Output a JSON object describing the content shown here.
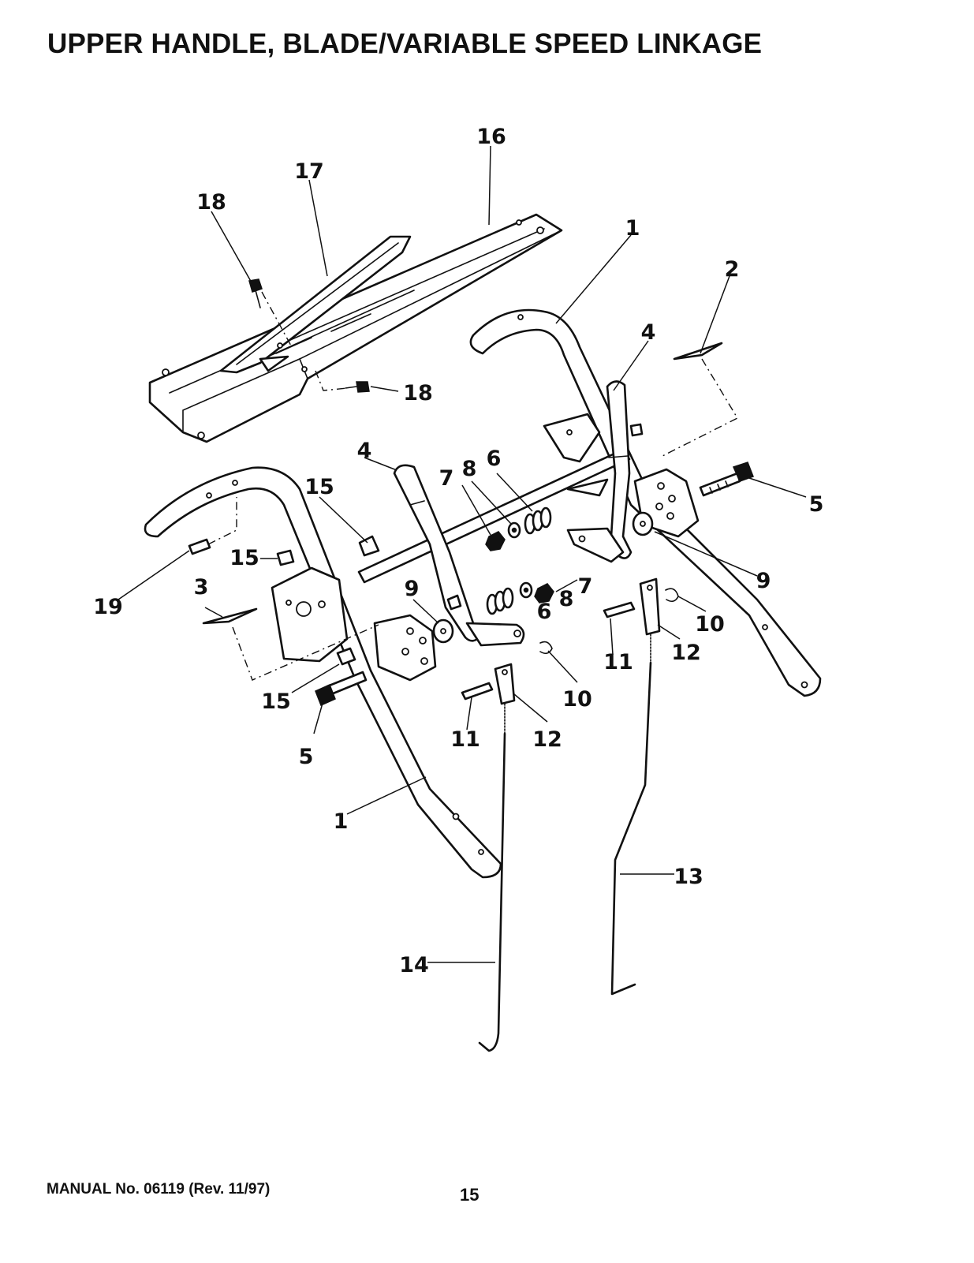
{
  "title": "UPPER HANDLE, BLADE/VARIABLE SPEED LINKAGE",
  "footer": {
    "manual": "MANUAL No. 06119 (Rev. 11/97)",
    "page_number": "15"
  },
  "callouts": {
    "c1a": "1",
    "c1b": "1",
    "c2": "2",
    "c3": "3",
    "c4a": "4",
    "c4b": "4",
    "c5a": "5",
    "c5b": "5",
    "c6a": "6",
    "c6b": "6",
    "c7a": "7",
    "c7b": "7",
    "c8a": "8",
    "c8b": "8",
    "c9a": "9",
    "c9b": "9",
    "c10a": "10",
    "c10b": "10",
    "c11a": "11",
    "c11b": "11",
    "c12a": "12",
    "c12b": "12",
    "c13": "13",
    "c14": "14",
    "c15a": "15",
    "c15b": "15",
    "c15c": "15",
    "c16": "16",
    "c17": "17",
    "c18a": "18",
    "c18b": "18",
    "c19": "19"
  }
}
